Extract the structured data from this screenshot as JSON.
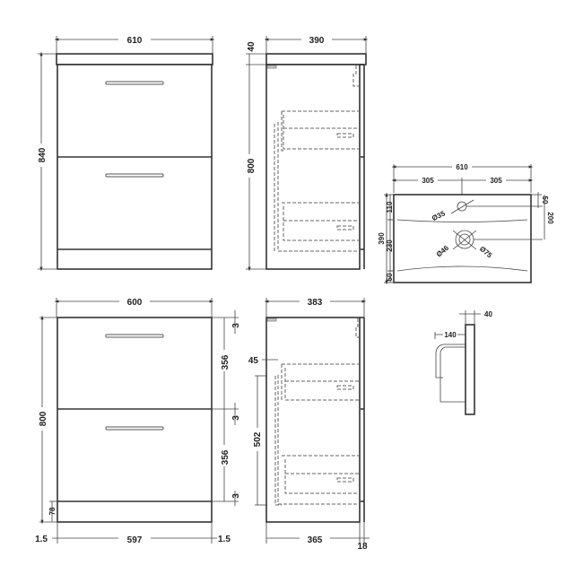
{
  "views": {
    "front_with_basin": {
      "width": "610",
      "height": "840"
    },
    "side_with_basin": {
      "top_thickness": "40",
      "depth": "390",
      "body_height": "800"
    },
    "basin_top": {
      "width": "610",
      "tap_offset_left": "305",
      "tap_offset_right": "305",
      "depth": "390",
      "front_to_tap_hole": "110",
      "tap_to_waste": "230",
      "back_margin": "50",
      "right_top_offset": "50",
      "right_waste_offset": "200",
      "tap_hole_diameter": "Ø35",
      "waste_diameter_inner": "Ø46",
      "waste_diameter_outer": "Ø75"
    },
    "basin_profile": {
      "rim_thickness": "40",
      "bowl_depth": "140"
    },
    "front_unit": {
      "width": "600",
      "height": "800",
      "gap_top": "3",
      "drawer_upper": "356",
      "gap_mid": "3",
      "drawer_lower": "356",
      "gap_bottom": "3",
      "plinth": "78",
      "side_left": "1.5",
      "inner_width": "597",
      "side_right": "1.5"
    },
    "side_unit": {
      "depth": "383",
      "drawer_offset": "45",
      "runner_length": "502",
      "body_depth": "365",
      "front_thickness": "18"
    }
  }
}
